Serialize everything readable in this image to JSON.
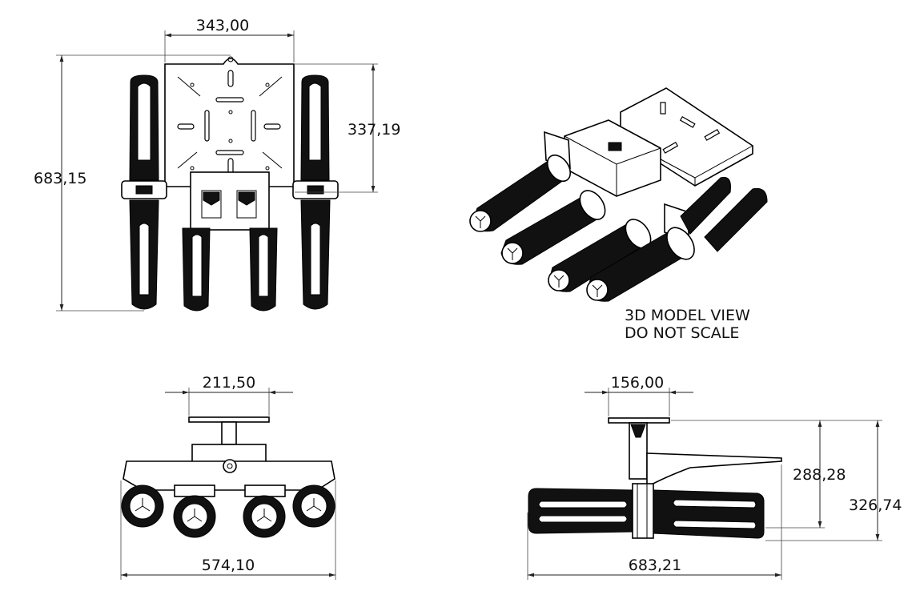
{
  "top_view": {
    "width_dim": "343,00",
    "plate_height_dim": "337,19",
    "overall_height_dim": "683,15"
  },
  "iso_view": {
    "note_line1": "3D MODEL VIEW",
    "note_line2": "DO NOT SCALE"
  },
  "front_view": {
    "mount_width_dim": "211,50",
    "overall_width_dim": "574,10"
  },
  "side_view": {
    "mount_width_dim": "156,00",
    "plate_drop_dim": "288,28",
    "overall_height_dim": "326,74",
    "overall_length_dim": "683,21"
  }
}
